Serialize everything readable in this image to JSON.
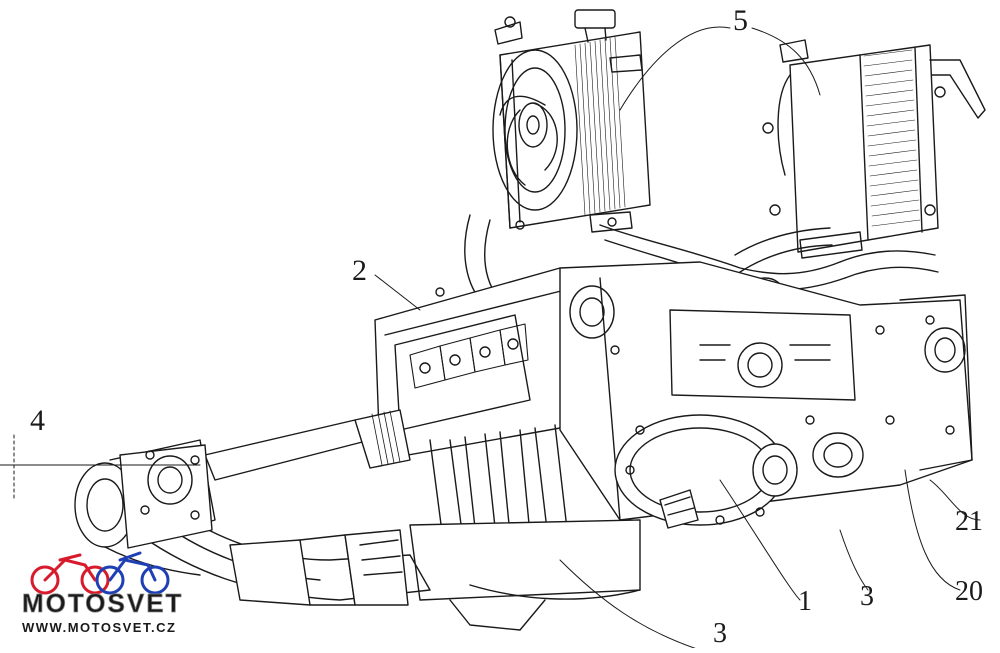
{
  "callouts": [
    {
      "id": "c5",
      "text": "5"
    },
    {
      "id": "c2",
      "text": "2"
    },
    {
      "id": "c4",
      "text": "4"
    },
    {
      "id": "c21",
      "text": "21"
    },
    {
      "id": "c20",
      "text": "20"
    },
    {
      "id": "c3a",
      "text": "3"
    },
    {
      "id": "c1",
      "text": "1"
    },
    {
      "id": "c3b",
      "text": "3"
    }
  ],
  "watermark": {
    "brand": "MOTOSVET",
    "url": "WWW.MOTOSVET.CZ",
    "colors": {
      "red": "#d81b2c",
      "blue": "#1f3fb5",
      "silver": "#c8c8c8"
    }
  },
  "line_color": "#1a1a1a"
}
